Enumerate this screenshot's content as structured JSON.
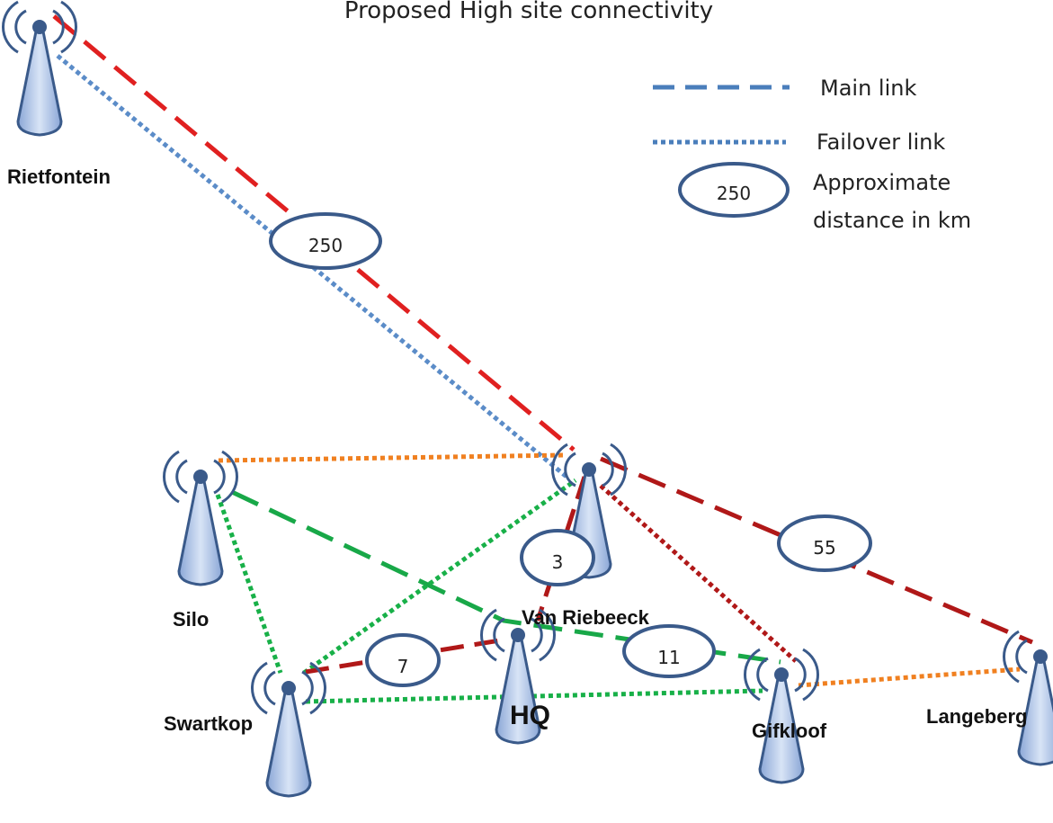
{
  "title": "Proposed High site connectivity",
  "legend": {
    "main_link": "Main link",
    "failover_link": "Failover link",
    "sample_distance": "250",
    "distance_line1": "Approximate",
    "distance_line2": "distance in km"
  },
  "sites": {
    "rietfontein": "Rietfontein",
    "silo": "Silo",
    "van_riebeeck": "Van Riebeeck",
    "swartkop": "Swartkop",
    "hq": "HQ",
    "gifkloof": "Gifkloof",
    "langeberg": "Langeberg"
  },
  "distances": {
    "rietfontein_vanriebeeck": "250",
    "vanriebeeck_hq": "3",
    "swartkop_hq": "7",
    "hq_gifkloof": "11",
    "vanriebeeck_langeberg": "55"
  },
  "colors": {
    "main_red": "#e02020",
    "main_darkred": "#b01818",
    "main_green": "#18a848",
    "failover_blue": "#5b8cc8",
    "failover_orange": "#f08020",
    "failover_green": "#18b048",
    "failover_darkred": "#b01818",
    "legend_blue": "#4a7ebb",
    "tower_fill": "#a9bfe3",
    "tower_stroke": "#3a5a8a"
  }
}
